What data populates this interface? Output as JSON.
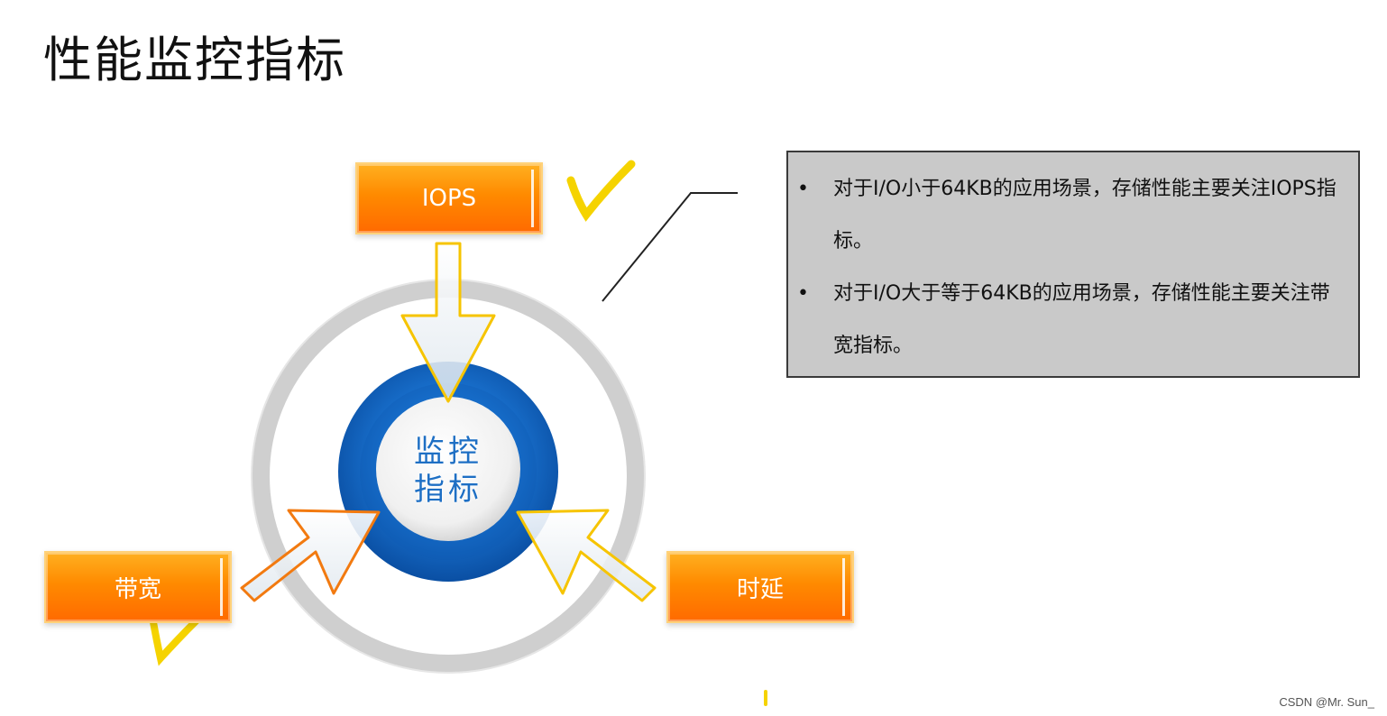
{
  "title": "性能监控指标",
  "center_label_line1": "监控",
  "center_label_line2": "指标",
  "nodes": {
    "top": "IOPS",
    "bottom_left": "带宽",
    "bottom_right": "时延"
  },
  "notes": [
    "对于I/O小于64KB的应用场景，存储性能主要关注IOPS指标。",
    "对于I/O大于等于64KB的应用场景，存储性能主要关注带宽指标。"
  ],
  "bullet_symbol": "•",
  "watermark": "CSDN @Mr. Sun_",
  "colors": {
    "orange": "#ff8a00",
    "blue_ring": "#1a73d1",
    "gray_ring": "#cfcfcf",
    "note_bg": "#c9c9c9",
    "check_mark": "#f5d300"
  },
  "annotations": {
    "check_marks": [
      "check-mark-iops",
      "check-mark-bandwidth"
    ]
  }
}
